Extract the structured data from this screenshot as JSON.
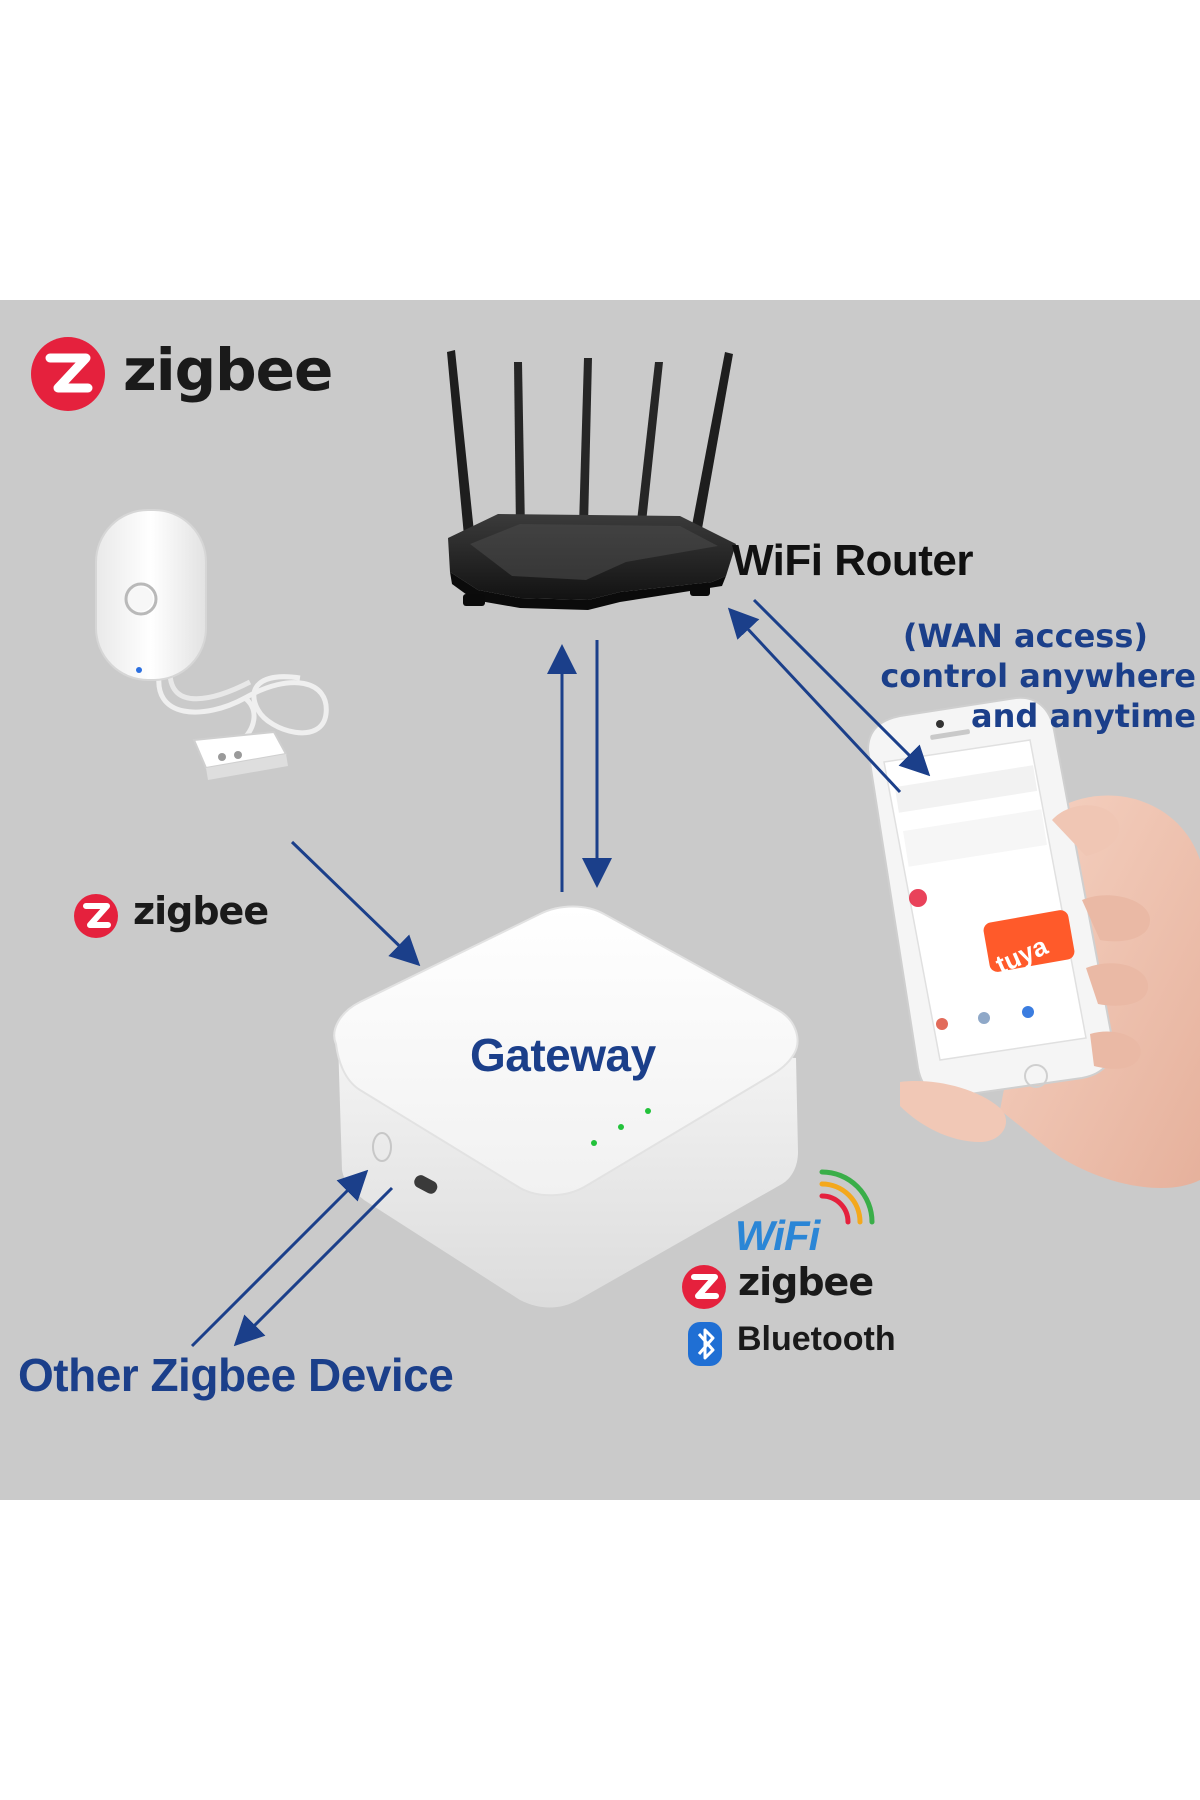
{
  "logos": {
    "zigbee_word": "zigbee",
    "wifi_word": "WiFi",
    "bluetooth_word": "Bluetooth",
    "tuya_word": "tuya",
    "zigbee_color": "#e5213d",
    "bluetooth_color": "#1f6fd4",
    "wifi_color": "#2b86d6"
  },
  "labels": {
    "wifi_router": "WiFi Router",
    "gateway": "Gateway",
    "wan_line_1": "(WAN access)",
    "wan_line_2": "control anywhere",
    "wan_line_3": "and anytime",
    "other_device": "Other Zigbee Device"
  },
  "colors": {
    "panel_background": "#cacaca",
    "arrow_color": "#1b3f8a",
    "label_blue": "#1b3f8a",
    "gateway_led": "#22c23a"
  }
}
